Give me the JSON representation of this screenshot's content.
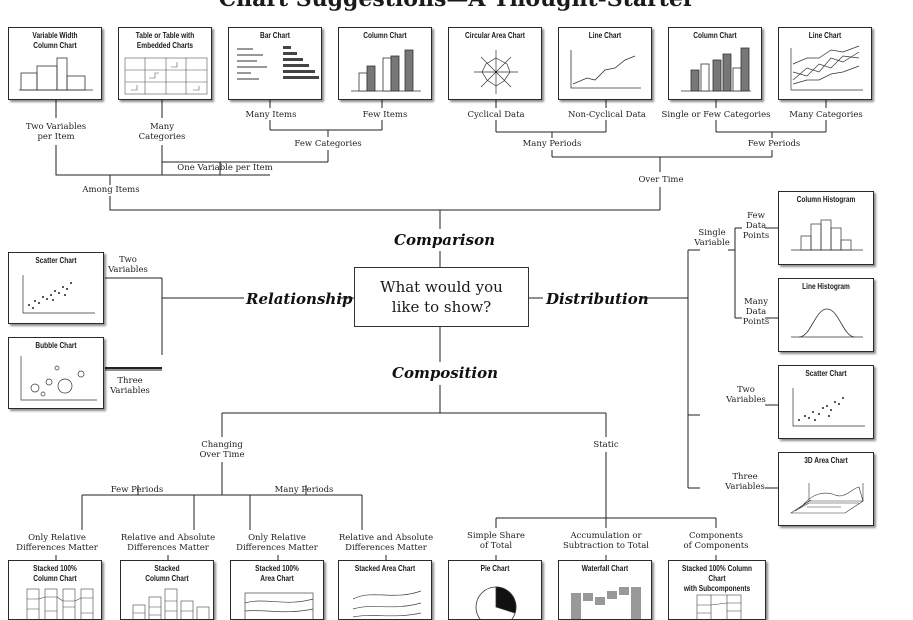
{
  "title": "Chart Suggestions—A Thought-Starter",
  "center_question": "What would you\nlike to show?",
  "categories": {
    "comparison": "Comparison",
    "relationship": "Relationship",
    "distribution": "Distribution",
    "composition": "Composition"
  },
  "charts": {
    "variable_width_column": "Variable Width\nColumn Chart",
    "table_embedded": "Table or Table with\nEmbedded Charts",
    "bar_chart": "Bar Chart",
    "column_chart_few": "Column Chart",
    "circular_area": "Circular Area Chart",
    "line_chart_noncyclical": "Line Chart",
    "column_chart_periods": "Column Chart",
    "line_chart_many": "Line Chart",
    "scatter_relationship": "Scatter Chart",
    "bubble_chart": "Bubble Chart",
    "column_histogram": "Column Histogram",
    "line_histogram": "Line Histogram",
    "scatter_distribution": "Scatter Chart",
    "area_3d": "3D Area Chart",
    "stacked_100_column": "Stacked 100%\nColumn Chart",
    "stacked_column": "Stacked\nColumn Chart",
    "stacked_100_area": "Stacked 100%\nArea Chart",
    "stacked_area": "Stacked Area Chart",
    "pie_chart": "Pie Chart",
    "waterfall_chart": "Waterfall Chart",
    "stacked_100_subcomponents": "Stacked 100% Column Chart\nwith Subcomponents"
  },
  "labels": {
    "two_variables_per_item": "Two Variables\nper Item",
    "many_categories_table": "Many\nCategories",
    "many_items": "Many Items",
    "few_items": "Few Items",
    "few_categories": "Few Categories",
    "one_variable_per_item": "One Variable per Item",
    "among_items": "Among Items",
    "cyclical_data": "Cyclical Data",
    "non_cyclical_data": "Non-Cyclical Data",
    "single_or_few_categories": "Single or Few Categories",
    "many_categories": "Many Categories",
    "many_periods": "Many Periods",
    "few_periods": "Few Periods",
    "over_time": "Over Time",
    "two_variables_rel": "Two\nVariables",
    "three_variables_rel": "Three\nVariables",
    "single_variable": "Single\nVariable",
    "few_data_points": "Few\nData\nPoints",
    "many_data_points": "Many\nData\nPoints",
    "two_variables_dist": "Two\nVariables",
    "three_variables_dist": "Three\nVariables",
    "changing_over_time": "Changing\nOver Time",
    "static": "Static",
    "few_periods_comp": "Few Periods",
    "many_periods_comp": "Many Periods",
    "only_relative_1": "Only Relative\nDifferences Matter",
    "relative_absolute_1": "Relative and Absolute\nDifferences Matter",
    "only_relative_2": "Only Relative\nDifferences Matter",
    "relative_absolute_2": "Relative and Absolute\nDifferences Matter",
    "simple_share": "Simple Share\nof Total",
    "accumulation": "Accumulation or\nSubtraction to Total",
    "components": "Components\nof Components"
  }
}
